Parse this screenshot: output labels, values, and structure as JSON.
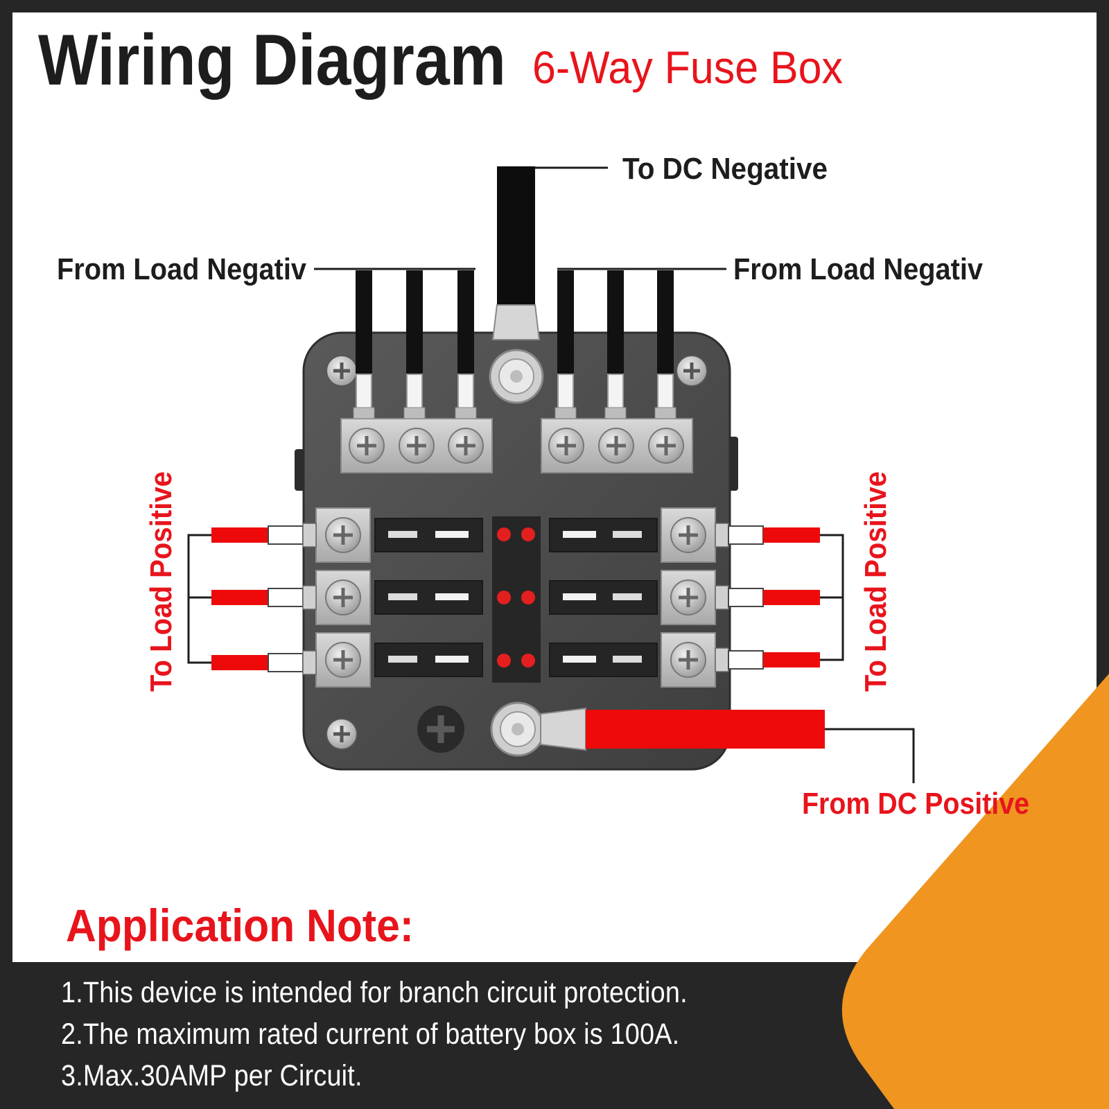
{
  "header": {
    "title": "Wiring Diagram",
    "subtitle": "6-Way Fuse Box"
  },
  "labels": {
    "to_dc_negative": "To DC Negative",
    "from_load_negative_left": "From Load Negativ",
    "from_load_negative_right": "From Load Negativ",
    "to_load_positive_left": "To Load Positive",
    "to_load_positive_right": "To Load Positive",
    "from_dc_positive": "From DC Positive"
  },
  "application_note": {
    "heading": "Application Note:",
    "items": [
      "1.This device is intended for branch circuit protection.",
      "2.The maximum rated current of battery box is 100A.",
      "3.Max.30AMP per Circuit."
    ]
  },
  "colors": {
    "frame": "#262626",
    "panel": "#ffffff",
    "accent_red": "#e8141c",
    "accent_orange": "#ef9520",
    "text_dark": "#1d1d1d",
    "wire_black": "#111111",
    "wire_red": "#ee0a0a"
  },
  "diagram": {
    "negative_terminals": 6,
    "fuse_slots": 6,
    "led_count": 6,
    "positive_branch_wires": 6
  }
}
